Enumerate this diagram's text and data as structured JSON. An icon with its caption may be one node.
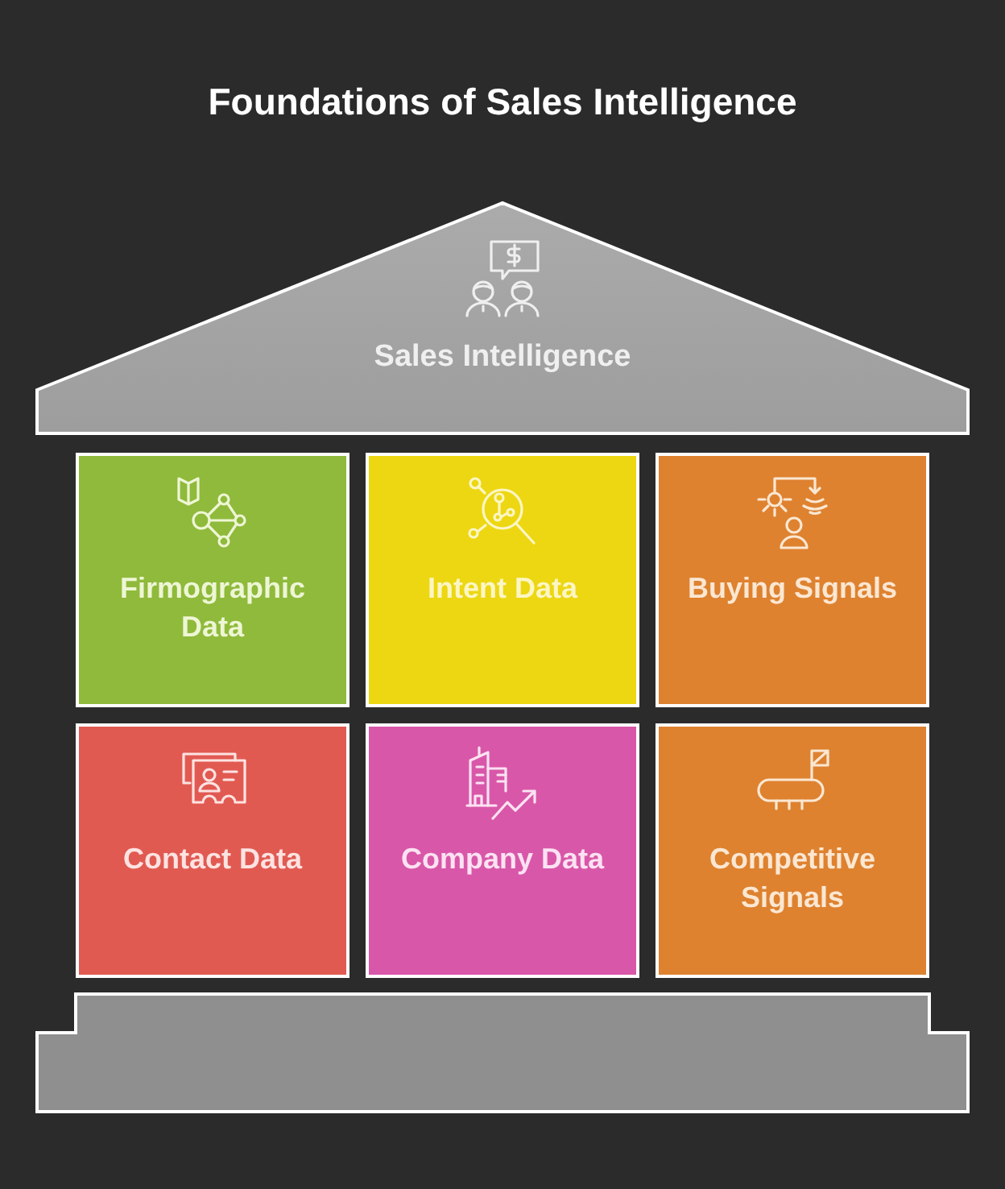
{
  "diagram": {
    "title": "Foundations of Sales Intelligence",
    "nodes": [
      {
        "text": [
          "Sales Intelligence"
        ]
      },
      {
        "text": [
          "Firmographic Data"
        ]
      },
      {
        "text": [
          "Intent Data"
        ]
      },
      {
        "text": [
          "Buying Signals"
        ]
      },
      {
        "text": [
          "Contact Data"
        ]
      },
      {
        "text": [
          "Company Data"
        ]
      },
      {
        "text": [
          "Competitive Signals"
        ]
      },
      {
        "text": [],
        "shape": "box"
      }
    ]
  }
}
